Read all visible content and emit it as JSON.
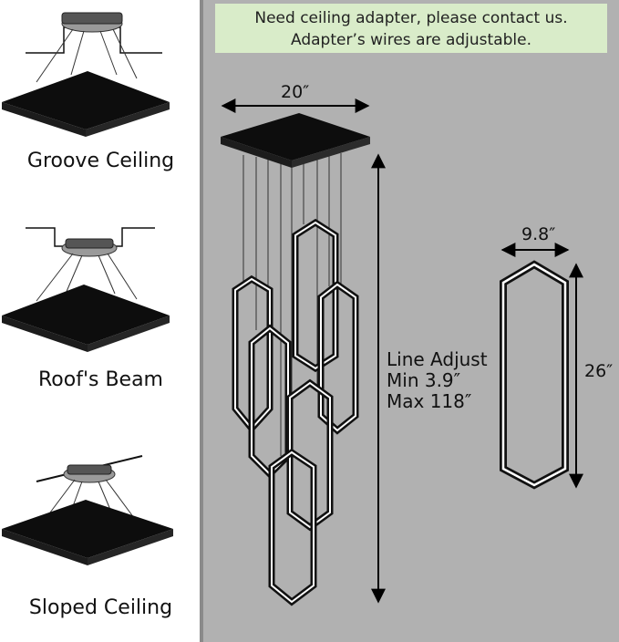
{
  "mounting_options": [
    {
      "label": "Groove Ceiling"
    },
    {
      "label": "Roof's Beam"
    },
    {
      "label": "Sloped Ceiling"
    }
  ],
  "notice": {
    "line1": "Need ceiling adapter, please contact us.",
    "line2": "Adapter’s wires are adjustable."
  },
  "dimensions": {
    "canopy_width": "20″",
    "ring_width": "9.8″",
    "ring_height": "26″"
  },
  "line_adjust": {
    "title": "Line Adjust",
    "min": "Min 3.9″",
    "max": "Max 118″"
  },
  "colors": {
    "background_gray": "#b1b1b1",
    "notice_green": "#d9ecc9",
    "fixture_black": "#0d0d0d"
  }
}
